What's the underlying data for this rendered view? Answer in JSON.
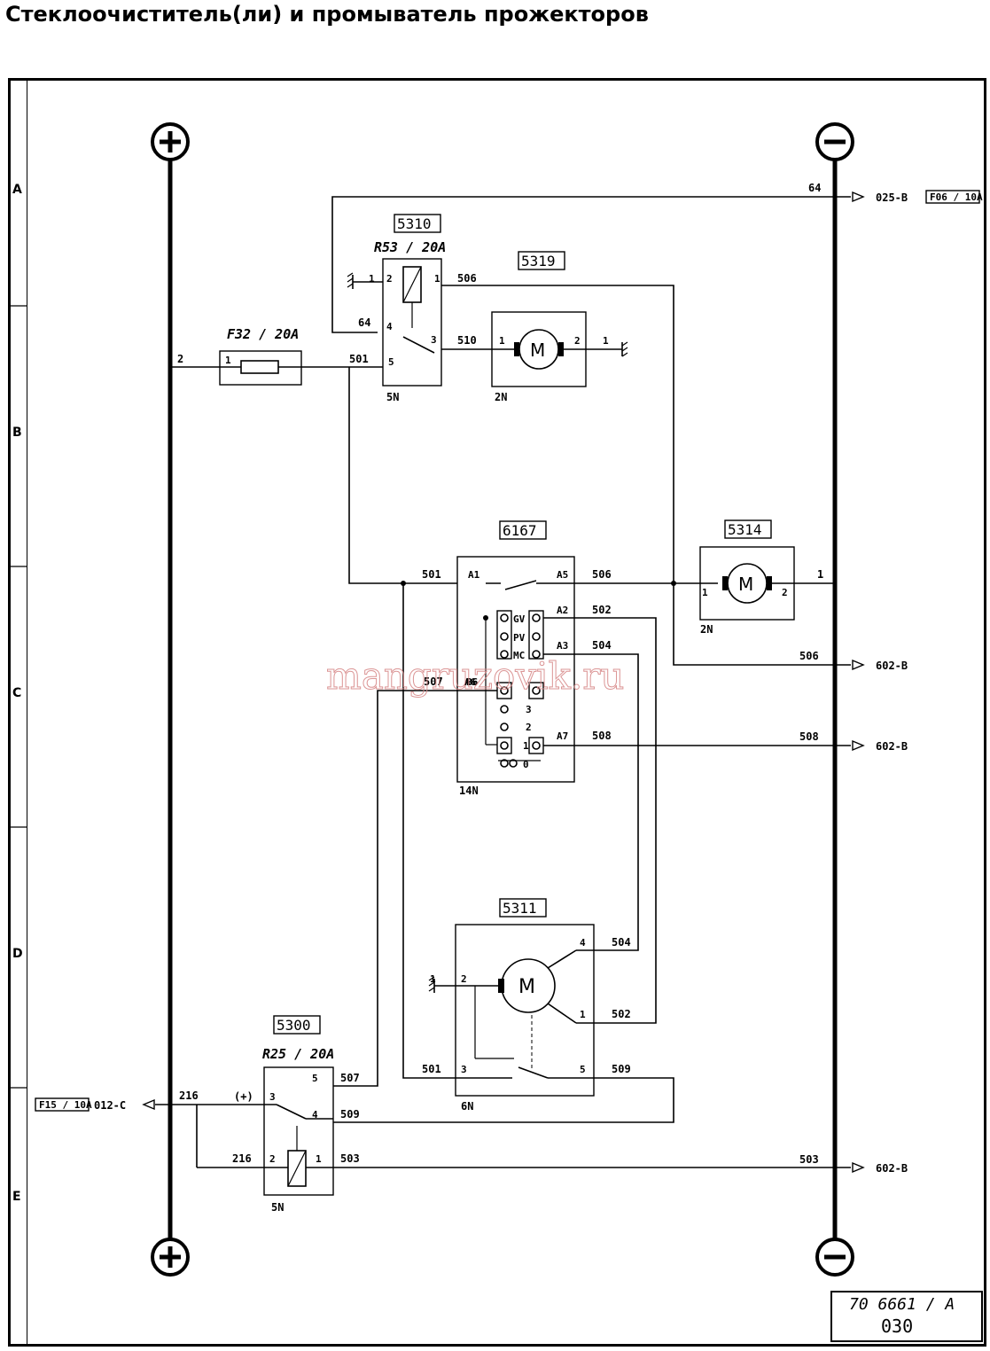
{
  "title": "Стеклоочиститель(ли) и промыватель прожекторов",
  "zones": [
    "A",
    "B",
    "C",
    "D",
    "E"
  ],
  "rails": {
    "plus": "+",
    "minus": "−"
  },
  "components": {
    "c5310": {
      "id": "5310",
      "rating": "R53 / 20A",
      "connector": "5N"
    },
    "c5319": {
      "id": "5319",
      "connector": "2N"
    },
    "fuse": {
      "rating": "F32 / 20A"
    },
    "c6167": {
      "id": "6167",
      "connector": "14N"
    },
    "c5314": {
      "id": "5314",
      "connector": "2N"
    },
    "c5311": {
      "id": "5311",
      "connector": "6N"
    },
    "c5300": {
      "id": "5300",
      "rating": "R25 / 20A",
      "connector": "5N"
    }
  },
  "wires": {
    "w64": "64",
    "w2": "2",
    "w501": "501",
    "w506": "506",
    "w510": "510",
    "w502": "502",
    "w504": "504",
    "w507": "507",
    "w508": "508",
    "w509": "509",
    "w503": "503",
    "w216": "216",
    "w1": "1"
  },
  "pins": {
    "p1": "1",
    "p2": "2",
    "p3": "3",
    "p4": "4",
    "p5": "5",
    "a1": "A1",
    "a2": "A2",
    "a3": "A3",
    "a5": "A5",
    "a6": "A6",
    "a7": "A7",
    "b6": "B6",
    "gv": "GV",
    "pv": "PV",
    "mc": "MC",
    "plus": "(+)",
    "zero": "0"
  },
  "motor_symbol": "M",
  "links": {
    "to025": "025-B",
    "fuse_f06": "F06 / 10A",
    "to602": "602-B",
    "to012": "012-C",
    "fuse_f15": "F15 / 10A"
  },
  "watermark": "mangruzovik.ru",
  "title_block": {
    "number": "70 6661 / A",
    "sheet": "030"
  }
}
